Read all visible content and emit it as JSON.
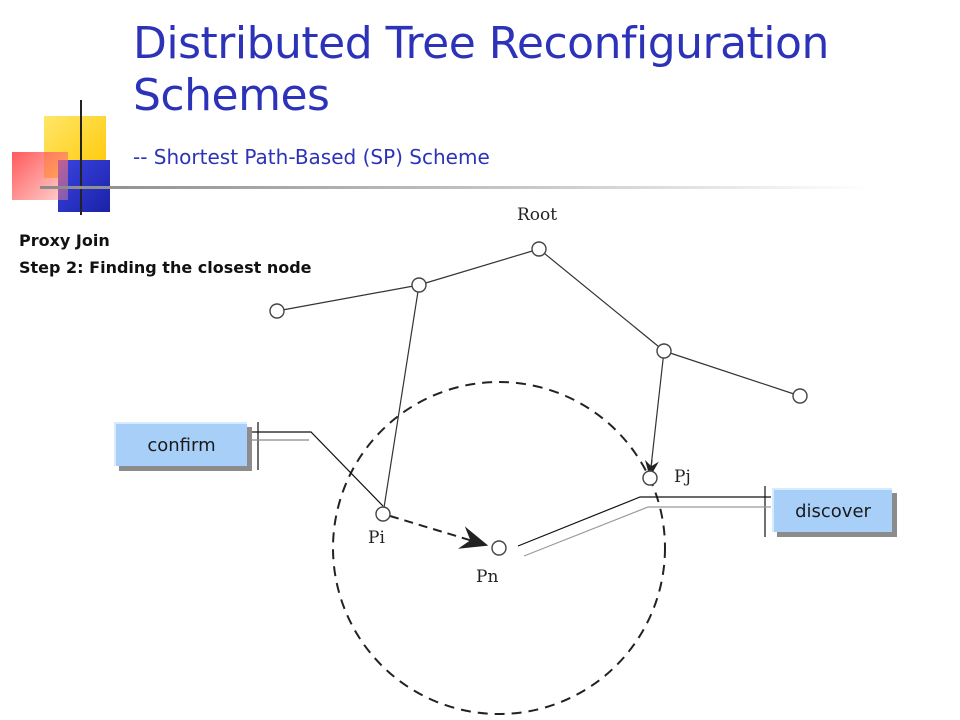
{
  "slide": {
    "title": "Distributed Tree Reconfiguration Schemes",
    "subtitle": "--  Shortest Path-Based (SP) Scheme",
    "section_line1": "Proxy Join",
    "section_line2": "Step 2: Finding the closest node"
  },
  "diagram": {
    "labels": {
      "root": "Root",
      "pi": "Pi",
      "pj": "Pj",
      "pn": "Pn"
    },
    "callouts": {
      "confirm": "confirm",
      "discover": "discover"
    }
  },
  "colors": {
    "title": "#2d33b8",
    "callout_fill": "#a8cff7",
    "deco_yellow": "#ffd21a",
    "deco_blue": "#2530c8",
    "deco_red": "#ff3b3b"
  }
}
